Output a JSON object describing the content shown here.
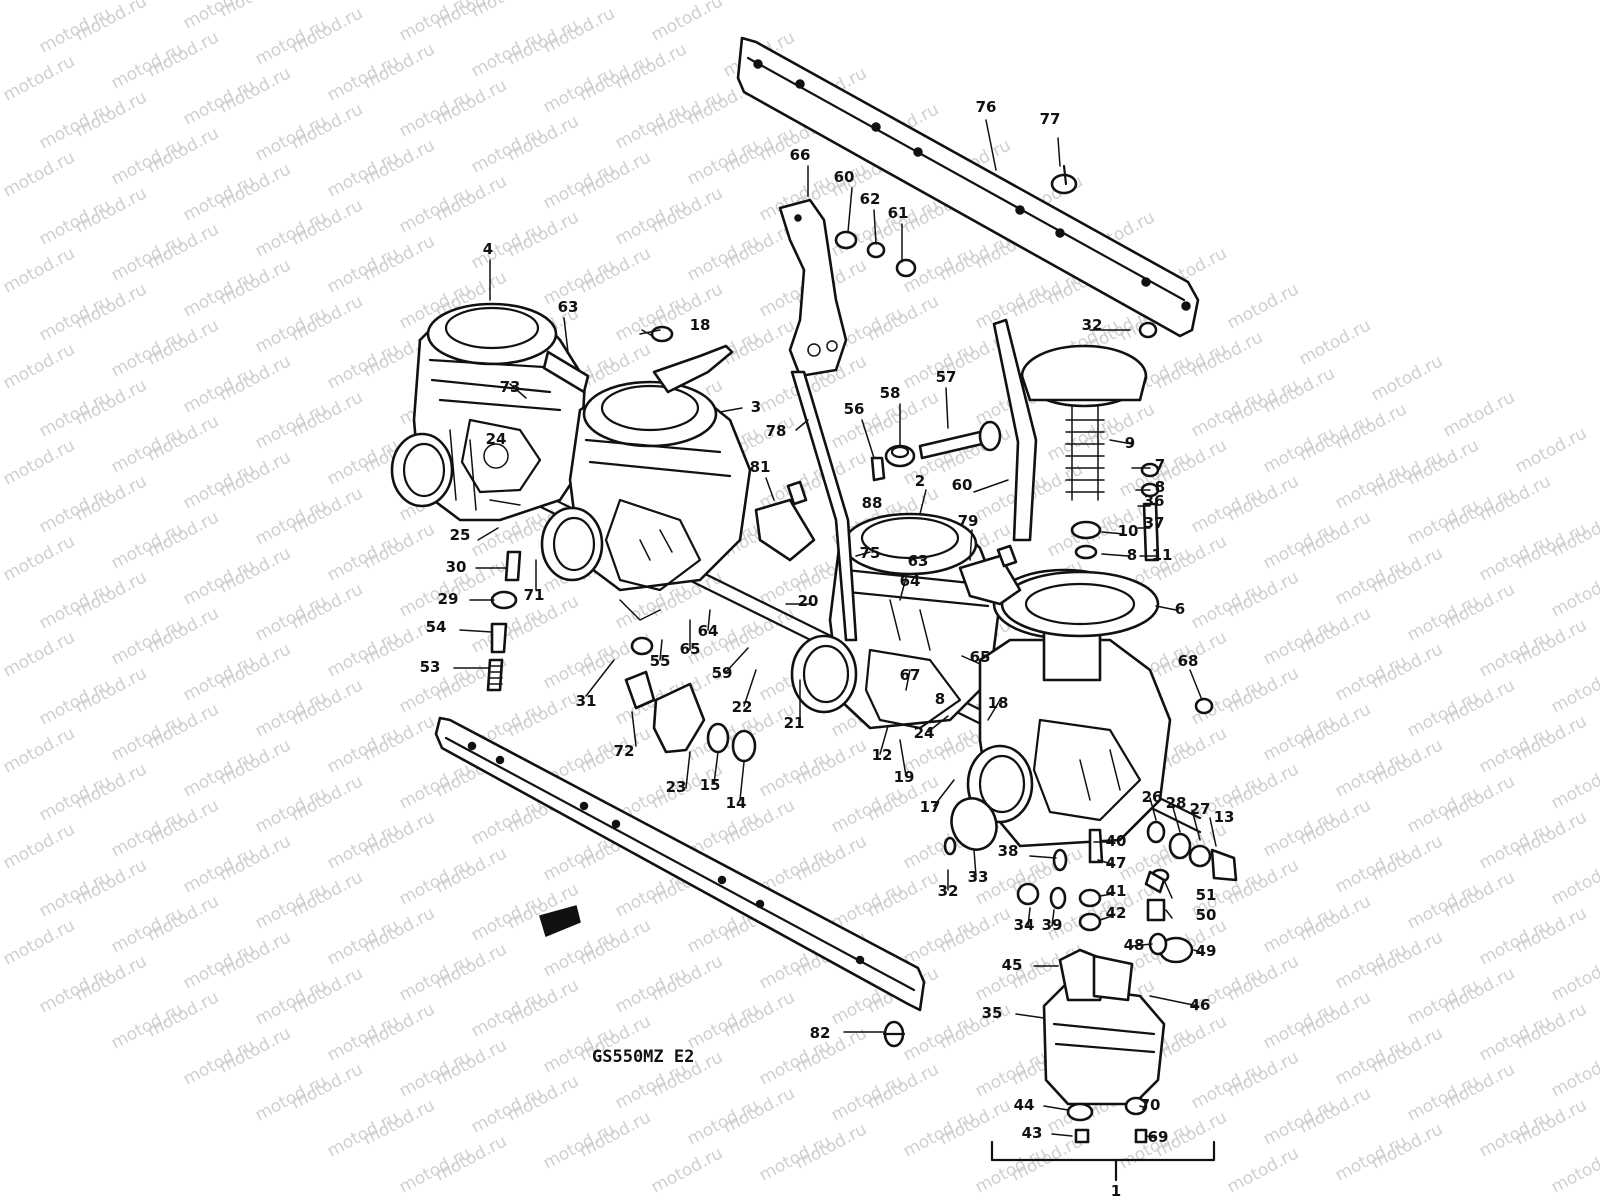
{
  "watermark": {
    "text": "motod.ru"
  },
  "diagram": {
    "model": "GS550MZ E2",
    "labels": [
      {
        "id": "l1",
        "text": "1"
      },
      {
        "id": "l2",
        "text": "2"
      },
      {
        "id": "l3",
        "text": "3"
      },
      {
        "id": "l4",
        "text": "4"
      },
      {
        "id": "l6",
        "text": "6"
      },
      {
        "id": "l7",
        "text": "7"
      },
      {
        "id": "l8a",
        "text": "8"
      },
      {
        "id": "l8b",
        "text": "8"
      },
      {
        "id": "l8c",
        "text": "8"
      },
      {
        "id": "l9",
        "text": "9"
      },
      {
        "id": "l10",
        "text": "10"
      },
      {
        "id": "l11",
        "text": "11"
      },
      {
        "id": "l12",
        "text": "12"
      },
      {
        "id": "l13",
        "text": "13"
      },
      {
        "id": "l14",
        "text": "14"
      },
      {
        "id": "l15",
        "text": "15"
      },
      {
        "id": "l17",
        "text": "17"
      },
      {
        "id": "l18a",
        "text": "18"
      },
      {
        "id": "l18b",
        "text": "18"
      },
      {
        "id": "l19",
        "text": "19"
      },
      {
        "id": "l20",
        "text": "20"
      },
      {
        "id": "l21",
        "text": "21"
      },
      {
        "id": "l22",
        "text": "22"
      },
      {
        "id": "l23",
        "text": "23"
      },
      {
        "id": "l24a",
        "text": "24"
      },
      {
        "id": "l24b",
        "text": "24"
      },
      {
        "id": "l25",
        "text": "25"
      },
      {
        "id": "l26",
        "text": "26"
      },
      {
        "id": "l27",
        "text": "27"
      },
      {
        "id": "l28",
        "text": "28"
      },
      {
        "id": "l29",
        "text": "29"
      },
      {
        "id": "l30",
        "text": "30"
      },
      {
        "id": "l31",
        "text": "31"
      },
      {
        "id": "l32a",
        "text": "32"
      },
      {
        "id": "l32b",
        "text": "32"
      },
      {
        "id": "l33",
        "text": "33"
      },
      {
        "id": "l34",
        "text": "34"
      },
      {
        "id": "l35",
        "text": "35"
      },
      {
        "id": "l36",
        "text": "36"
      },
      {
        "id": "l37",
        "text": "37"
      },
      {
        "id": "l38",
        "text": "38"
      },
      {
        "id": "l39",
        "text": "39"
      },
      {
        "id": "l40",
        "text": "40"
      },
      {
        "id": "l41",
        "text": "41"
      },
      {
        "id": "l42",
        "text": "42"
      },
      {
        "id": "l43",
        "text": "43"
      },
      {
        "id": "l44",
        "text": "44"
      },
      {
        "id": "l45",
        "text": "45"
      },
      {
        "id": "l46",
        "text": "46"
      },
      {
        "id": "l47",
        "text": "47"
      },
      {
        "id": "l48",
        "text": "48"
      },
      {
        "id": "l49",
        "text": "49"
      },
      {
        "id": "l50",
        "text": "50"
      },
      {
        "id": "l51",
        "text": "51"
      },
      {
        "id": "l53",
        "text": "53"
      },
      {
        "id": "l54",
        "text": "54"
      },
      {
        "id": "l55",
        "text": "55"
      },
      {
        "id": "l56",
        "text": "56"
      },
      {
        "id": "l57",
        "text": "57"
      },
      {
        "id": "l58",
        "text": "58"
      },
      {
        "id": "l59",
        "text": "59"
      },
      {
        "id": "l60a",
        "text": "60"
      },
      {
        "id": "l60b",
        "text": "60"
      },
      {
        "id": "l61",
        "text": "61"
      },
      {
        "id": "l62",
        "text": "62"
      },
      {
        "id": "l63a",
        "text": "63"
      },
      {
        "id": "l63b",
        "text": "63"
      },
      {
        "id": "l64a",
        "text": "64"
      },
      {
        "id": "l64b",
        "text": "64"
      },
      {
        "id": "l65a",
        "text": "65"
      },
      {
        "id": "l65b",
        "text": "65"
      },
      {
        "id": "l66",
        "text": "66"
      },
      {
        "id": "l67",
        "text": "67"
      },
      {
        "id": "l68",
        "text": "68"
      },
      {
        "id": "l69",
        "text": "69"
      },
      {
        "id": "l70",
        "text": "70"
      },
      {
        "id": "l71",
        "text": "71"
      },
      {
        "id": "l72",
        "text": "72"
      },
      {
        "id": "l73",
        "text": "73"
      },
      {
        "id": "l75",
        "text": "75"
      },
      {
        "id": "l76",
        "text": "76"
      },
      {
        "id": "l77",
        "text": "77"
      },
      {
        "id": "l78",
        "text": "78"
      },
      {
        "id": "l79",
        "text": "79"
      },
      {
        "id": "l81",
        "text": "81"
      },
      {
        "id": "l82",
        "text": "82"
      },
      {
        "id": "l88",
        "text": "88"
      }
    ]
  }
}
